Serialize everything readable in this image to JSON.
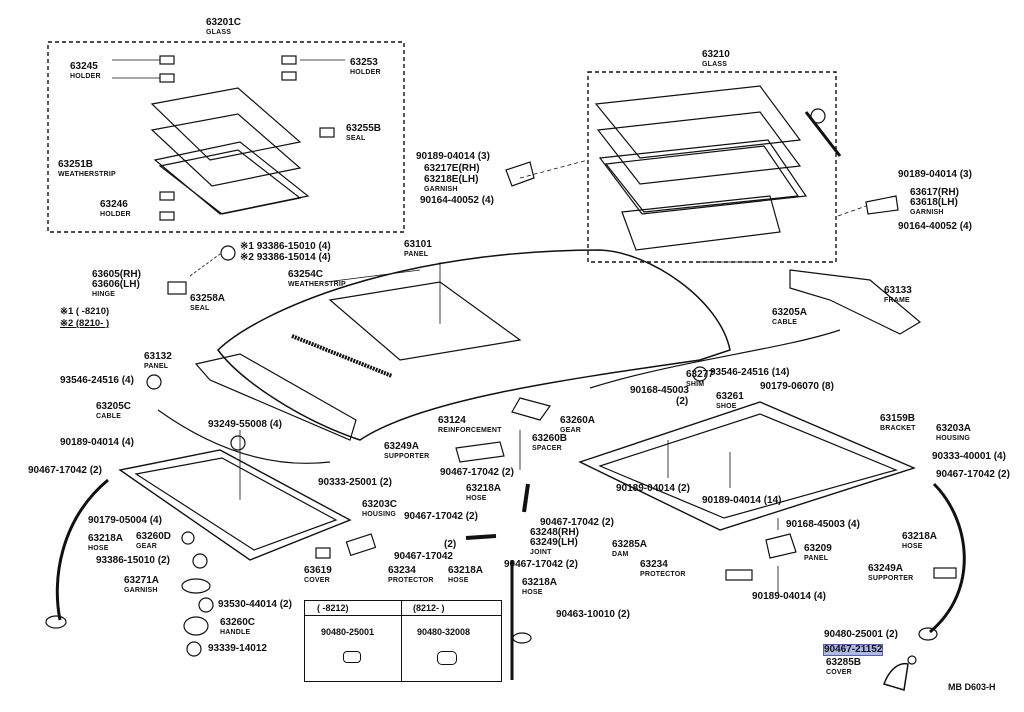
{
  "labels": {
    "glass_c": {
      "pn": "63201C",
      "nm": "GLASS"
    },
    "holder_l": {
      "pn": "63245",
      "nm": "HOLDER"
    },
    "holder_r": {
      "pn": "63253",
      "nm": "HOLDER"
    },
    "seal_b": {
      "pn": "63255B",
      "nm": "SEAL"
    },
    "weatherstrip_b": {
      "pn": "63251B",
      "nm": "WEATHERSTRIP"
    },
    "holder_246": {
      "pn": "63246",
      "nm": "HOLDER"
    },
    "glass_210": {
      "pn": "63210",
      "nm": "GLASS"
    },
    "bolt_189_tl": {
      "pn": "90189-04014 (3)",
      "nm": ""
    },
    "garnish_217": {
      "pn": "63217E(RH)",
      "nm": ""
    },
    "garnish_218": {
      "pn": "63218E(LH)",
      "nm": "GARNISH"
    },
    "bolt_164_l": {
      "pn": "90164-40052 (4)",
      "nm": ""
    },
    "bolt_189_r": {
      "pn": "90189-04014 (3)",
      "nm": ""
    },
    "garnish_617": {
      "pn": "63617(RH)",
      "nm": ""
    },
    "garnish_618": {
      "pn": "63618(LH)",
      "nm": "GARNISH"
    },
    "bolt_164_r": {
      "pn": "90164-40052 (4)",
      "nm": ""
    },
    "hinge_605": {
      "pn": "63605(RH)",
      "nm": ""
    },
    "hinge_606": {
      "pn": "63606(LH)",
      "nm": "HINGE"
    },
    "screw_1": {
      "pn": "※1 93386-15010 (4)",
      "nm": ""
    },
    "screw_2": {
      "pn": "※2 93386-15014 (4)",
      "nm": ""
    },
    "panel_101": {
      "pn": "63101",
      "nm": "PANEL"
    },
    "ws_254c": {
      "pn": "63254C",
      "nm": "WEATHERSTRIP"
    },
    "seal_258a": {
      "pn": "63258A",
      "nm": "SEAL"
    },
    "frame_133": {
      "pn": "63133",
      "nm": "FRAME"
    },
    "cable_205a": {
      "pn": "63205A",
      "nm": "CABLE"
    },
    "panel_132": {
      "pn": "63132",
      "nm": "PANEL"
    },
    "screw_93546_l": {
      "pn": "93546-24516 (4)",
      "nm": ""
    },
    "screw_93546_r": {
      "pn": "93546-24516 (14)",
      "nm": ""
    },
    "shim_277": {
      "pn": "63277",
      "nm": "SHIM"
    },
    "bolt_90168_a": {
      "pn": "90168-45003",
      "nm": ""
    },
    "qty_2_a": {
      "pn": "(2)",
      "nm": ""
    },
    "bolt_90179_a": {
      "pn": "90179-06070 (8)",
      "nm": ""
    },
    "shoe_261": {
      "pn": "63261",
      "nm": "SHOE"
    },
    "cable_205c": {
      "pn": "63205C",
      "nm": "CABLE"
    },
    "screw_93249": {
      "pn": "93249-55008 (4)",
      "nm": ""
    },
    "reinf_124": {
      "pn": "63124",
      "nm": "REINFORCEMENT"
    },
    "gear_260a": {
      "pn": "63260A",
      "nm": "GEAR"
    },
    "bracket_159b": {
      "pn": "63159B",
      "nm": "BRACKET"
    },
    "housing_203a": {
      "pn": "63203A",
      "nm": "HOUSING"
    },
    "bolt_189_l2": {
      "pn": "90189-04014 (4)",
      "nm": ""
    },
    "supporter_249a": {
      "pn": "63249A",
      "nm": "SUPPORTER"
    },
    "spacer_260b": {
      "pn": "63260B",
      "nm": "SPACER"
    },
    "bolt_90333_r": {
      "pn": "90333-40001 (4)",
      "nm": ""
    },
    "clip_467_l": {
      "pn": "90467-17042 (2)",
      "nm": ""
    },
    "clip_467_c": {
      "pn": "90467-17042 (2)",
      "nm": ""
    },
    "clip_467_r": {
      "pn": "90467-17042 (2)",
      "nm": ""
    },
    "bolt_90333_c": {
      "pn": "90333-25001 (2)",
      "nm": ""
    },
    "hose_218a_c": {
      "pn": "63218A",
      "nm": "HOSE"
    },
    "bolt_189_c": {
      "pn": "90189-04014 (2)",
      "nm": ""
    },
    "bolt_189_14": {
      "pn": "90189-04014 (14)",
      "nm": ""
    },
    "bolt_179_l": {
      "pn": "90179-05004 (4)",
      "nm": ""
    },
    "housing_203c": {
      "pn": "63203C",
      "nm": "HOUSING"
    },
    "clip_467_c2": {
      "pn": "90467-17042 (2)",
      "nm": ""
    },
    "clip_467_c3": {
      "pn": "90467-17042 (2)",
      "nm": ""
    },
    "bolt_168_r": {
      "pn": "90168-45003 (4)",
      "nm": ""
    },
    "hose_218a_l": {
      "pn": "63218A",
      "nm": "HOSE"
    },
    "gear_260d": {
      "pn": "63260D",
      "nm": "GEAR"
    },
    "qty_2_b": {
      "pn": "(2)",
      "nm": ""
    },
    "joint_248": {
      "pn": "63248(RH)",
      "nm": ""
    },
    "joint_249": {
      "pn": "63249(LH)",
      "nm": "JOINT"
    },
    "dam_285a": {
      "pn": "63285A",
      "nm": "DAM"
    },
    "panel_209": {
      "pn": "63209",
      "nm": "PANEL"
    },
    "hose_218a_r": {
      "pn": "63218A",
      "nm": "HOSE"
    },
    "screw_93386": {
      "pn": "93386-15010 (2)",
      "nm": ""
    },
    "clip_467_b": {
      "pn": "90467-17042",
      "nm": ""
    },
    "clip_467_b2": {
      "pn": "90467-17042 (2)",
      "nm": ""
    },
    "cover_619": {
      "pn": "63619",
      "nm": "COVER"
    },
    "protector_234_l": {
      "pn": "63234",
      "nm": "PROTECTOR"
    },
    "hose_218a_b": {
      "pn": "63218A",
      "nm": "HOSE"
    },
    "protector_234_r": {
      "pn": "63234",
      "nm": "PROTECTOR"
    },
    "supporter_249a_r": {
      "pn": "63249A",
      "nm": "SUPPORTER"
    },
    "garnish_271a": {
      "pn": "63271A",
      "nm": "GARNISH"
    },
    "hose_218a_b2": {
      "pn": "63218A",
      "nm": "HOSE"
    },
    "bolt_189_4b": {
      "pn": "90189-04014 (4)",
      "nm": ""
    },
    "screw_93530": {
      "pn": "93530-44014 (2)",
      "nm": ""
    },
    "clip_463": {
      "pn": "90463-10010 (2)",
      "nm": ""
    },
    "handle_260c": {
      "pn": "63260C",
      "nm": "HANDLE"
    },
    "screw_93339": {
      "pn": "93339-14012",
      "nm": ""
    },
    "grommet_480": {
      "pn": "90480-25001 (2)",
      "nm": ""
    },
    "clip_21152": {
      "pn": "90467-21152",
      "nm": ""
    },
    "cover_285b": {
      "pn": "63285B",
      "nm": "COVER"
    }
  },
  "legend": {
    "line1": "※1 (     -8210)",
    "line2": "※2 (8210-     )"
  },
  "table": {
    "h1": "(    -8212)",
    "h2": "(8212-      )",
    "c1": "90480-25001",
    "c2": "90480-32008"
  },
  "code": "MB  D603-H",
  "colors": {
    "highlight": "#aeb8e8",
    "ink": "#111111"
  }
}
